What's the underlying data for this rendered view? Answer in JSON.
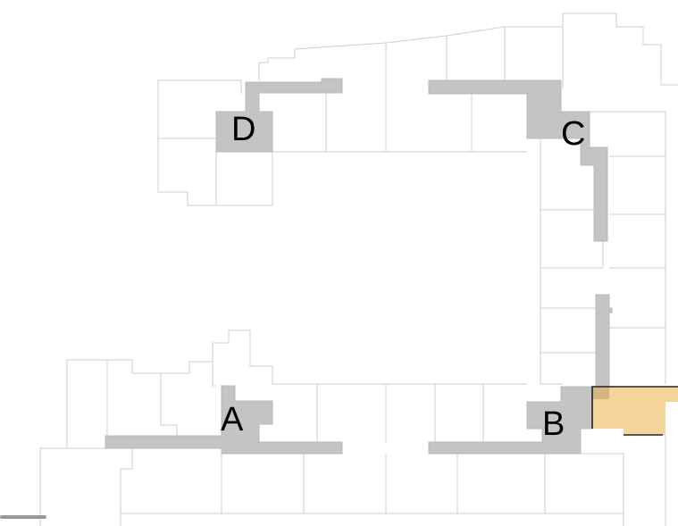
{
  "map": {
    "type": "floor-plan",
    "wing_labels": [
      "A",
      "B",
      "C",
      "D"
    ],
    "colors": {
      "corridor": "#c4c4c4",
      "selected_unit": "#f5d49c",
      "room_outline": "#cfcfcf",
      "background": "#ffffff"
    }
  }
}
